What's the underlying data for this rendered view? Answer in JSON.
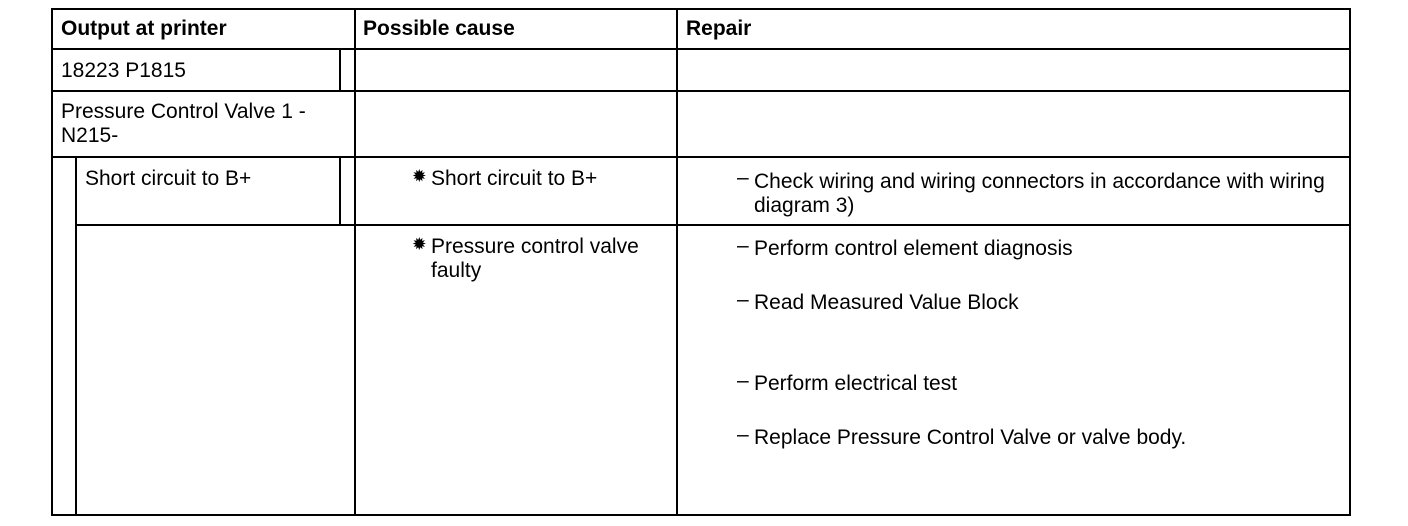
{
  "table": {
    "headers": {
      "output": "Output at printer",
      "cause": "Possible cause",
      "repair": "Repair"
    },
    "code": "18223 P1815",
    "component": "Pressure Control Valve 1 - N215-",
    "fault": "Short circuit to B+",
    "causes": [
      {
        "bullet": "✹",
        "text": "Short circuit to B+"
      },
      {
        "bullet": "✹",
        "text": "Pressure control valve faulty"
      }
    ],
    "repairs": [
      {
        "dash": "–",
        "text": "Check wiring and wiring connectors in accordance with wiring diagram 3)"
      },
      {
        "dash": "–",
        "text": "Perform control element diagnosis"
      },
      {
        "dash": "–",
        "text": "Read Measured Value Block"
      },
      {
        "dash": "–",
        "text": "Perform electrical test"
      },
      {
        "dash": "–",
        "text": "Replace Pressure Control Valve or valve body."
      }
    ]
  }
}
